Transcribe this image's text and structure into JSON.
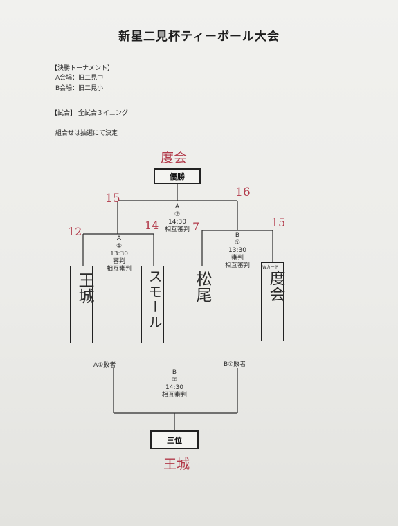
{
  "title": "新星二見杯ティーボール大会",
  "info": {
    "tournament_header": "【決勝トーナメント】",
    "venue_a": "A会場：旧二見中",
    "venue_b": "B会場：旧二見小",
    "match_header": "【試合】 全試合３イニング",
    "draw_note": "組合せは抽選にて決定"
  },
  "bracket": {
    "champion_label": "優勝",
    "champion_written": "度会",
    "third_label": "三位",
    "third_written": "王城",
    "final": {
      "court": "A",
      "game": "②",
      "time": "14:30",
      "referee": "相互審判"
    },
    "semi_a": {
      "court": "A",
      "game": "①",
      "time": "13:30",
      "referee1": "審判",
      "referee2": "相互審判"
    },
    "semi_b": {
      "court": "B",
      "game": "①",
      "time": "13:30",
      "referee1": "審判",
      "referee2": "相互審判"
    },
    "third_match": {
      "court": "B",
      "game": "②",
      "time": "14:30",
      "referee": "相互審判"
    },
    "loser_a": "A①敗者",
    "loser_b": "B①敗者",
    "wildcard_tag": "Wカード",
    "teams": [
      "王城",
      "スモール",
      "松尾",
      "度会"
    ],
    "scores": {
      "final_left": "15",
      "final_right": "16",
      "semi_a_left": "12",
      "semi_a_right": "14",
      "semi_b_left": "7",
      "semi_b_right": "15"
    }
  }
}
